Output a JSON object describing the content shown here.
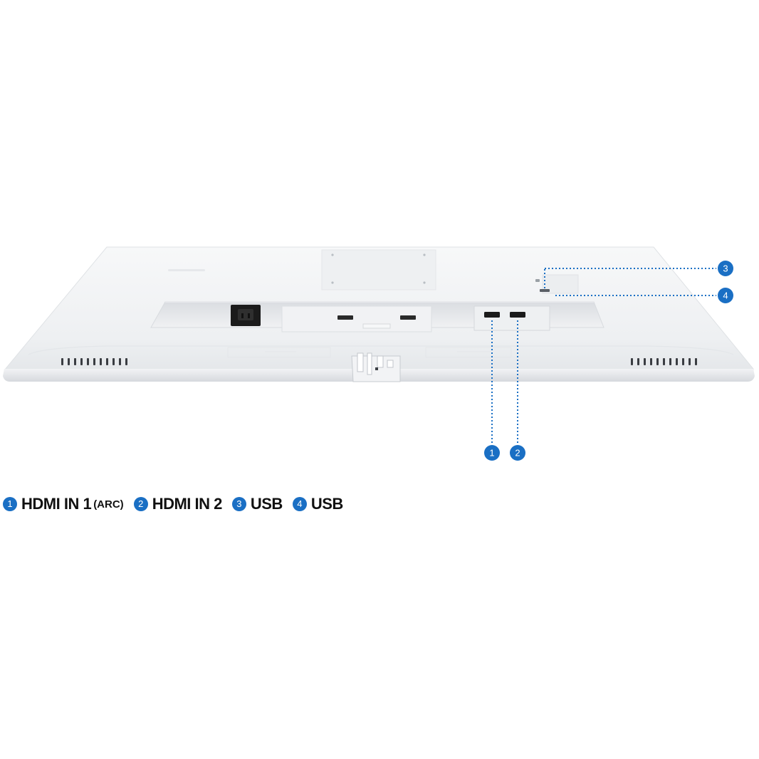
{
  "colors": {
    "accent": "#1a6fc4",
    "monitor_body": "#f4f5f6",
    "monitor_shadow": "#d9dcdf",
    "port_dark": "#1b1b1b"
  },
  "callouts": [
    {
      "number": "1",
      "port": "HDMI IN 1",
      "suffix": "(ARC)"
    },
    {
      "number": "2",
      "port": "HDMI IN 2",
      "suffix": ""
    },
    {
      "number": "3",
      "port": "USB",
      "suffix": ""
    },
    {
      "number": "4",
      "port": "USB",
      "suffix": ""
    }
  ],
  "legend": [
    {
      "number": "1",
      "label": "HDMI IN 1",
      "suffix": "(ARC)"
    },
    {
      "number": "2",
      "label": "HDMI IN 2",
      "suffix": ""
    },
    {
      "number": "3",
      "label": "USB",
      "suffix": ""
    },
    {
      "number": "4",
      "label": "USB",
      "suffix": ""
    }
  ]
}
